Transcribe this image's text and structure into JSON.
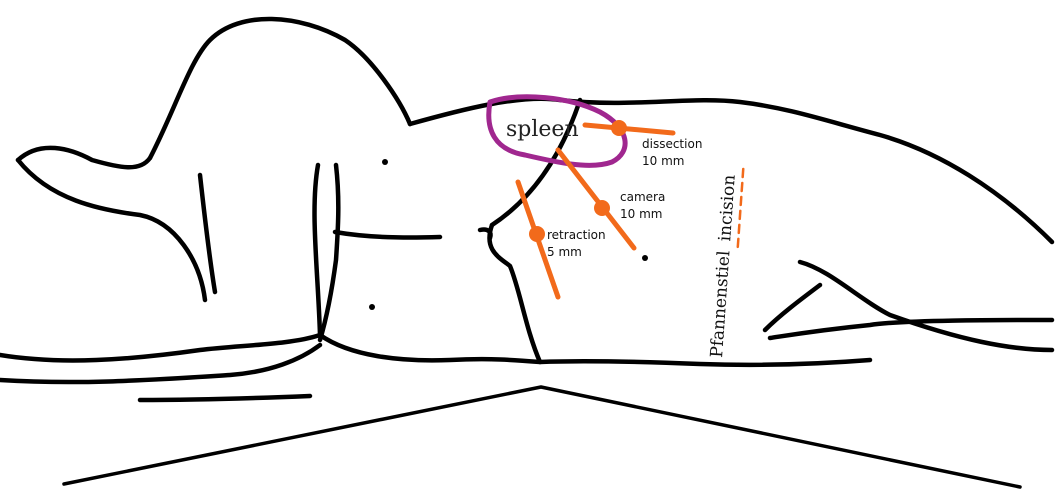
{
  "organ": {
    "label": "spleen",
    "outline_color": "#a0278f"
  },
  "trocar_color": "#f26a1b",
  "trocars": [
    {
      "name": "dissection",
      "label": "dissection",
      "size": "10 mm"
    },
    {
      "name": "camera",
      "label": "camera",
      "size": "10 mm"
    },
    {
      "name": "retraction",
      "label": "retraction",
      "size": "5 mm"
    }
  ],
  "incision": {
    "label_part1": "Pfannenstiel",
    "label_part2": "incision"
  }
}
